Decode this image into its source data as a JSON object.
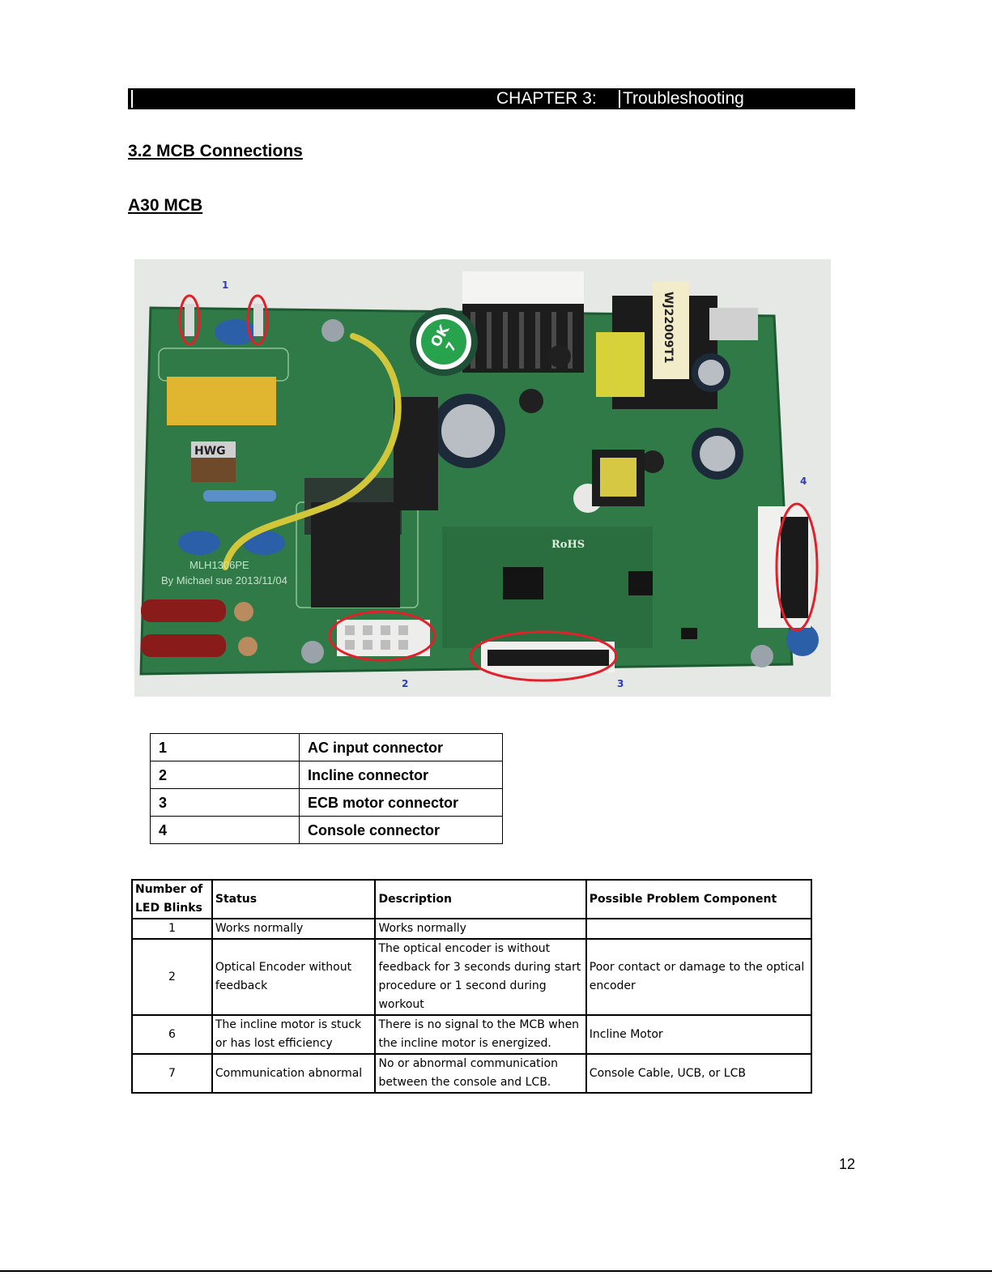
{
  "header": {
    "chapter_label": "CHAPTER 3:",
    "chapter_title": "Troubleshooting"
  },
  "section_title": "3.2 MCB Connections",
  "subsection_title": "A30 MCB",
  "figure": {
    "callouts": [
      "1",
      "2",
      "3",
      "4"
    ],
    "board_text": {
      "model": "MLH1306PE",
      "author": "By Michael sue 2013/11/04",
      "rohs": "RoHS",
      "transformer": "WJ22009T1",
      "ok_sticker_top": "OK",
      "ok_sticker_bottom": "7",
      "inductor": "HWG"
    }
  },
  "connectors": [
    {
      "number": "1",
      "name": "AC input connector"
    },
    {
      "number": "2",
      "name": "Incline connector"
    },
    {
      "number": "3",
      "name": "ECB motor connector"
    },
    {
      "number": "4",
      "name": "Console connector"
    }
  ],
  "led_table": {
    "headers": [
      "Number of LED Blinks",
      "Status",
      "Description",
      "Possible Problem Component"
    ],
    "rows": [
      {
        "blinks": "1",
        "status": "Works normally",
        "description": "Works normally",
        "component": ""
      },
      {
        "blinks": "2",
        "status": "Optical Encoder without feedback",
        "description": "The optical encoder is without feedback for 3 seconds during start procedure or 1 second during workout",
        "component": "Poor contact or damage to the optical encoder"
      },
      {
        "blinks": "6",
        "status": "The incline motor is stuck or has lost efficiency",
        "description": "There is no signal to the MCB when the incline motor is energized.",
        "component": "Incline Motor"
      },
      {
        "blinks": "7",
        "status": "Communication abnormal",
        "description": "No or abnormal communication between the console and LCB.",
        "component": "Console Cable, UCB, or LCB"
      }
    ]
  },
  "page_number": "12"
}
